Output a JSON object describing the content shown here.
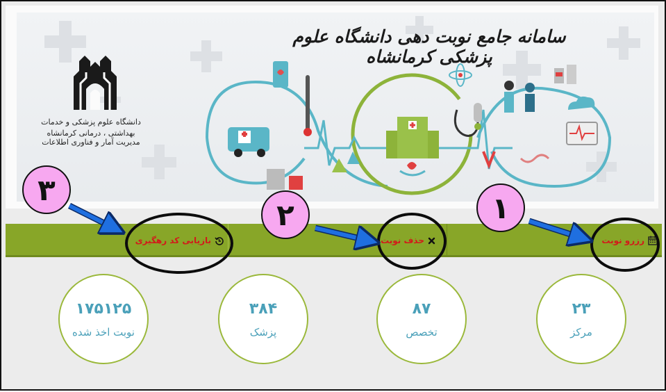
{
  "banner": {
    "system_title": "سامانه جامع نوبت دهی دانشگاه علوم پزشکی کرمانشاه",
    "university_name": "دانشگاه علوم پزشکی و خدمات بهداشتی ، درمانی کرمانشاه",
    "department": "مدیریت آمار و فناوری اطلاعات"
  },
  "nav": {
    "reserve_label": "رزرو نوبت",
    "delete_label": "حذف نوبت",
    "tracking_label": "بازیابی کد رهگیری"
  },
  "stats": [
    {
      "value": "۲۳",
      "label": "مرکز"
    },
    {
      "value": "۸۷",
      "label": "تخصص"
    },
    {
      "value": "۳۸۴",
      "label": "پزشک"
    },
    {
      "value": "۱۷۵۱۲۵",
      "label": "نوبت اخذ شده"
    }
  ],
  "annotations": {
    "marker_1": "۱",
    "marker_2": "۲",
    "marker_3": "۳"
  },
  "colors": {
    "nav_green": "#88a628",
    "link_red": "#d21a1a",
    "stat_teal": "#4aa0b9",
    "marker_pink": "#f7a8f0",
    "arrow_blue": "#1f6fe0"
  }
}
